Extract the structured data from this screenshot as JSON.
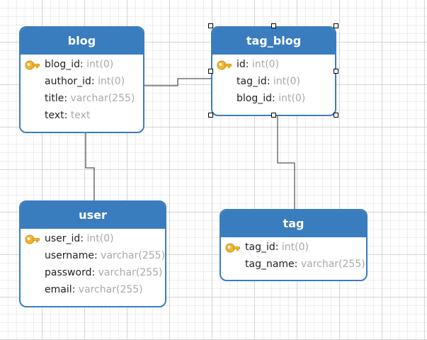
{
  "entities": {
    "blog": {
      "title": "blog",
      "fields": [
        {
          "name": "blog_id",
          "type": "int(0)",
          "key": true
        },
        {
          "name": "author_id",
          "type": "int(0)",
          "key": false
        },
        {
          "name": "title",
          "type": "varchar(255)",
          "key": false
        },
        {
          "name": "text",
          "type": "text",
          "key": false
        }
      ]
    },
    "tag_blog": {
      "title": "tag_blog",
      "fields": [
        {
          "name": "id",
          "type": "int(0)",
          "key": true
        },
        {
          "name": "tag_id",
          "type": "int(0)",
          "key": false
        },
        {
          "name": "blog_id",
          "type": "int(0)",
          "key": false
        }
      ]
    },
    "user": {
      "title": "user",
      "fields": [
        {
          "name": "user_id",
          "type": "int(0)",
          "key": true
        },
        {
          "name": "username",
          "type": "varchar(255)",
          "key": false
        },
        {
          "name": "password",
          "type": "varchar(255)",
          "key": false
        },
        {
          "name": "email",
          "type": "varchar(255)",
          "key": false
        }
      ]
    },
    "tag": {
      "title": "tag",
      "fields": [
        {
          "name": "tag_id",
          "type": "int(0)",
          "key": true
        },
        {
          "name": "tag_name",
          "type": "varchar(255)",
          "key": false
        }
      ]
    }
  },
  "relations": [
    {
      "from": "blog",
      "to": "tag_blog"
    },
    {
      "from": "blog",
      "to": "user"
    },
    {
      "from": "tag_blog",
      "to": "tag"
    }
  ],
  "selected_entity": "tag_blog",
  "colors": {
    "header": "#3a7dbf",
    "border": "#3a7dbf",
    "key_icon": "#f2b728",
    "type_text": "#a8a8a8",
    "connector": "#2b2b2b"
  },
  "icons": {
    "primary_key": "key-icon"
  }
}
